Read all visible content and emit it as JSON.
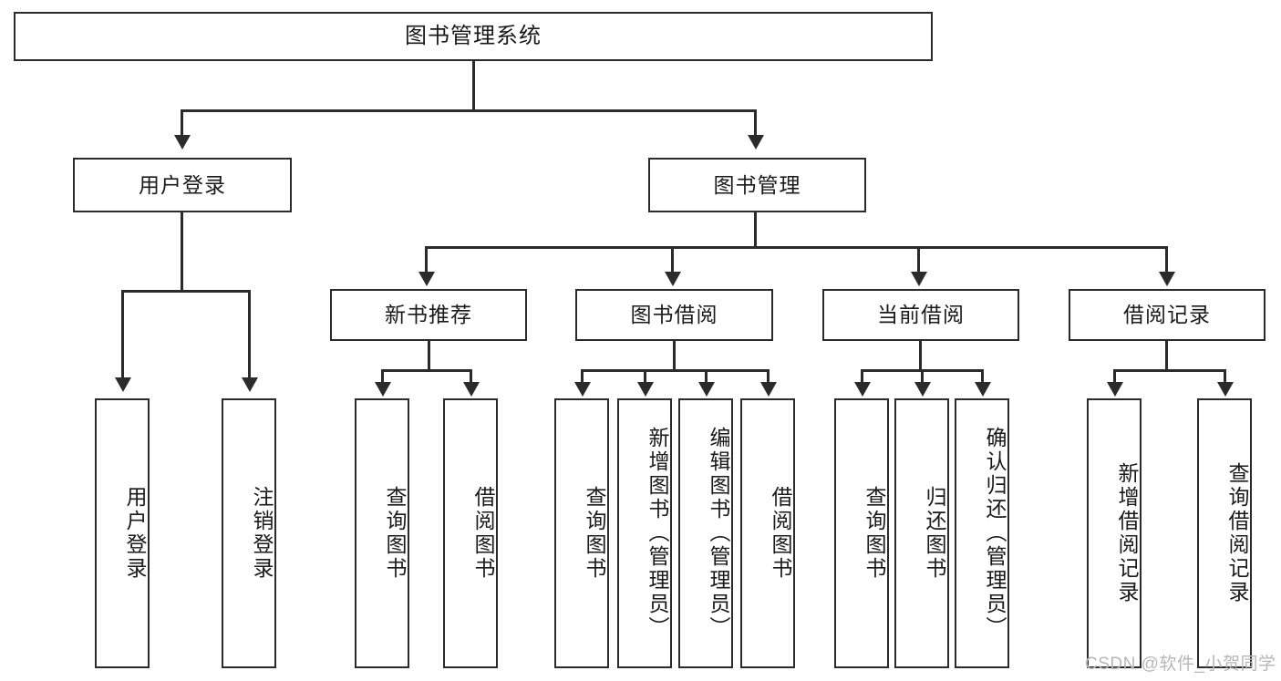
{
  "diagram": {
    "type": "tree",
    "title": "图书管理系统",
    "root": {
      "label": "图书管理系统"
    },
    "level2": [
      {
        "label": "用户登录"
      },
      {
        "label": "图书管理"
      }
    ],
    "level3": [
      {
        "label": "新书推荐"
      },
      {
        "label": "图书借阅"
      },
      {
        "label": "当前借阅"
      },
      {
        "label": "借阅记录"
      }
    ],
    "leaves": {
      "user_login": [
        {
          "label": "用户登录"
        },
        {
          "label": "注销登录"
        }
      ],
      "new_book_recommend": [
        {
          "label": "查询图书"
        },
        {
          "label": "借阅图书"
        }
      ],
      "book_borrow": [
        {
          "label": "查询图书"
        },
        {
          "label": "新增图书（管理员）"
        },
        {
          "label": "编辑图书（管理员）"
        },
        {
          "label": "借阅图书"
        }
      ],
      "current_borrow": [
        {
          "label": "查询图书"
        },
        {
          "label": "归还图书"
        },
        {
          "label": "确认归还（管理员）"
        }
      ],
      "borrow_record": [
        {
          "label": "新增借阅记录"
        },
        {
          "label": "查询借阅记录"
        }
      ]
    }
  },
  "watermark": {
    "text": "CSDN @软件_小贺同学"
  },
  "colors": {
    "stroke": "#2b2b2b",
    "fill": "#ffffff",
    "text": "#1a1a1a",
    "watermark": "#b7b7b7"
  }
}
